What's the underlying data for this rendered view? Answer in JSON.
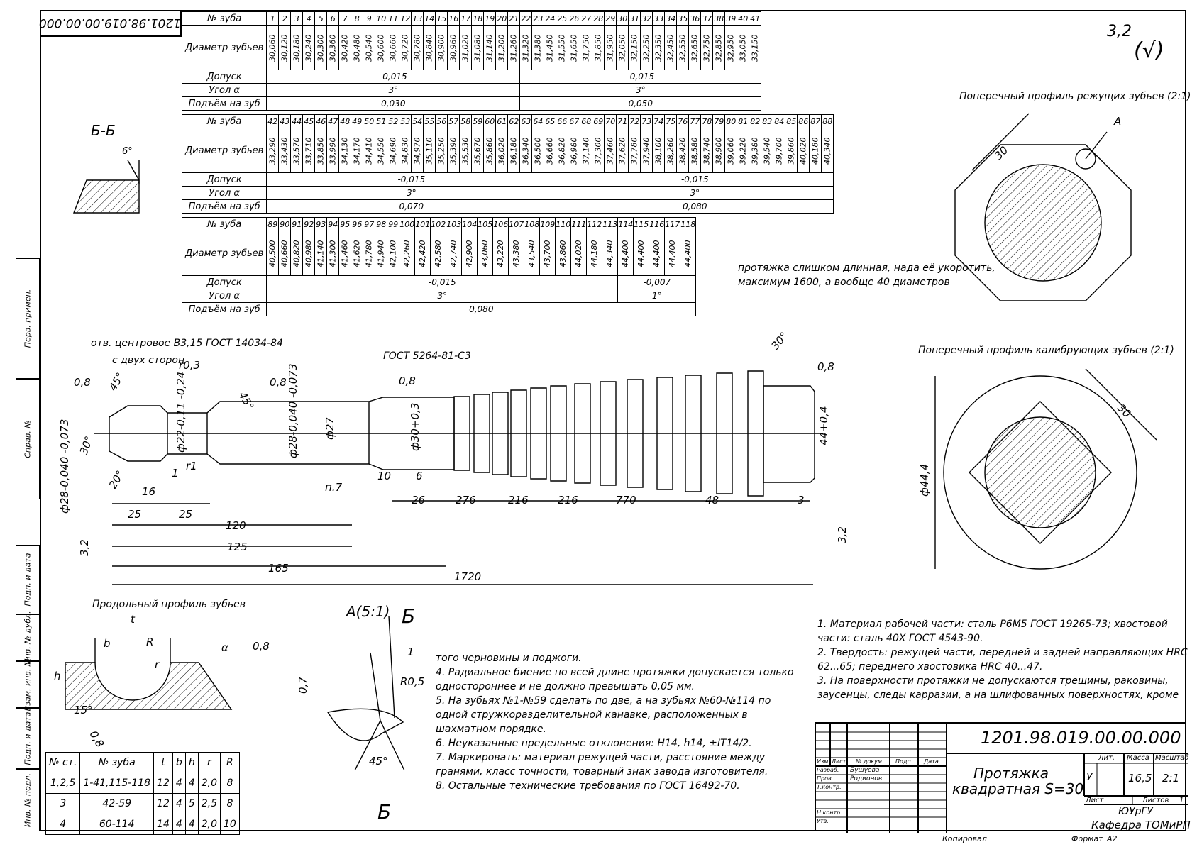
{
  "doc_code": "1201.98.019.00.00.000",
  "roughness_symbol": "3,2",
  "roughness_paren": "(√)",
  "side_labels": [
    "Перв. примен.",
    "Справ. №",
    "Подп. и дата",
    "Инв. № дубл.",
    "Взам. инв. №",
    "Подп. и дата",
    "Инв. № подл."
  ],
  "table_labels": {
    "tooth": "№ зуба",
    "diameter": "Диаметр зубьев",
    "tolerance": "Допуск",
    "angle": "Угол α",
    "rise": "Подъём на зуб"
  },
  "table1": {
    "teeth": [
      "1",
      "2",
      "3",
      "4",
      "5",
      "6",
      "7",
      "8",
      "9",
      "10",
      "11",
      "12",
      "13",
      "14",
      "15",
      "16",
      "17",
      "18",
      "19",
      "20",
      "21",
      "22",
      "23",
      "24",
      "25",
      "26",
      "27",
      "28",
      "29",
      "30",
      "31",
      "32",
      "33",
      "34",
      "35",
      "36",
      "37",
      "38",
      "39",
      "40",
      "41"
    ],
    "diam": [
      "30,060",
      "30,120",
      "30,180",
      "30,240",
      "30,300",
      "30,360",
      "30,420",
      "30,480",
      "30,540",
      "30,600",
      "30,660",
      "30,720",
      "30,780",
      "30,840",
      "30,900",
      "30,960",
      "31,020",
      "31,080",
      "31,140",
      "31,200",
      "31,260",
      "31,320",
      "31,380",
      "31,450",
      "31,550",
      "31,650",
      "31,750",
      "31,850",
      "31,950",
      "32,050",
      "32,150",
      "32,250",
      "32,350",
      "32,450",
      "32,550",
      "32,650",
      "32,750",
      "32,850",
      "32,950",
      "33,050",
      "33,150"
    ],
    "tol": [
      "-0,015",
      "-0,015"
    ],
    "ang": [
      "3°",
      "3°"
    ],
    "rise": [
      "0,030",
      "0,050"
    ]
  },
  "table2": {
    "teeth": [
      "42",
      "43",
      "44",
      "45",
      "46",
      "47",
      "48",
      "49",
      "50",
      "51",
      "52",
      "53",
      "54",
      "55",
      "56",
      "57",
      "58",
      "59",
      "60",
      "61",
      "62",
      "63",
      "64",
      "65",
      "66",
      "67",
      "68",
      "69",
      "70",
      "71",
      "72",
      "73",
      "74",
      "75",
      "76",
      "77",
      "78",
      "79",
      "80",
      "81",
      "82",
      "83",
      "84",
      "85",
      "86",
      "87",
      "88"
    ],
    "diam": [
      "33,290",
      "33,430",
      "33,570",
      "33,710",
      "33,850",
      "33,990",
      "34,130",
      "34,170",
      "34,410",
      "34,550",
      "34,690",
      "34,830",
      "34,970",
      "35,110",
      "35,250",
      "35,390",
      "35,530",
      "35,670",
      "35,860",
      "36,020",
      "36,180",
      "36,340",
      "36,500",
      "36,660",
      "36,820",
      "36,980",
      "37,140",
      "37,300",
      "37,460",
      "37,620",
      "37,780",
      "37,940",
      "38,100",
      "38,260",
      "38,420",
      "38,580",
      "38,740",
      "38,900",
      "39,060",
      "39,220",
      "39,380",
      "39,540",
      "39,700",
      "39,860",
      "40,020",
      "40,180",
      "40,340"
    ],
    "tol": [
      "-0,015",
      "-0,015"
    ],
    "ang": [
      "3°",
      "3°"
    ],
    "rise": [
      "0,070",
      "0,080"
    ]
  },
  "table3": {
    "teeth": [
      "89",
      "90",
      "91",
      "92",
      "93",
      "94",
      "95",
      "96",
      "97",
      "98",
      "99",
      "100",
      "101",
      "102",
      "103",
      "104",
      "105",
      "106",
      "107",
      "108",
      "109",
      "110",
      "111",
      "112",
      "113",
      "114",
      "115",
      "116",
      "117",
      "118"
    ],
    "diam": [
      "40,500",
      "40,660",
      "40,820",
      "40,980",
      "41,140",
      "41,300",
      "41,460",
      "41,620",
      "41,780",
      "41,940",
      "42,100",
      "42,260",
      "42,420",
      "42,580",
      "42,740",
      "42,900",
      "43,060",
      "43,220",
      "43,380",
      "43,540",
      "43,700",
      "43,860",
      "44,020",
      "44,180",
      "44,340",
      "44,400",
      "44,400",
      "44,400",
      "44,400",
      "44,400"
    ],
    "tol": [
      "-0,015",
      "-0,007"
    ],
    "ang": [
      "3°",
      "1°"
    ],
    "rise": [
      "0,080"
    ]
  },
  "section_bb": {
    "title": "Б-Б",
    "angle": "6°"
  },
  "cutting_profile_title": "Поперечный профиль режущих зубьев (2:1)",
  "cutting_profile": {
    "dim": "30",
    "callout": "A"
  },
  "calib_profile_title": "Поперечный профиль калибрующих зубьев (2:1)",
  "calib_profile": {
    "dim": "30",
    "diam": "ф44,4"
  },
  "review_note": "протяжка слишком длинная, нада её укоротить, максимум 1600, а вообще 40 диаметров",
  "main_view": {
    "center_hole": "отв. центровое В3,15 ГОСТ 14034-84",
    "center_hole2": "с двух сторон",
    "gost_thread": "ГОСТ 5264-81-С3",
    "radius1": "r0,3",
    "radius2": "r1",
    "rough": [
      "0,8",
      "0,8",
      "0,8",
      "0,8",
      "3,2",
      "3,2"
    ],
    "angles": [
      "45°",
      "45°",
      "30°",
      "20°",
      "30°"
    ],
    "diam_labels": [
      "ф28-0,040 -0,073",
      "ф22-0,11 -0,24",
      "ф28-0,040 -0,073",
      "ф27",
      "ф30+0,3",
      "44+0,4"
    ],
    "item": "п.7",
    "dims": [
      "16",
      "1",
      "25",
      "25",
      "120",
      "125",
      "165",
      "1720",
      "10",
      "6",
      "26",
      "276",
      "216",
      "216",
      "770",
      "48",
      "3"
    ]
  },
  "long_profile_title": "Продольный профиль зубьев",
  "long_profile_labels": [
    "t",
    "b",
    "R",
    "r",
    "h",
    "α",
    "0,8",
    "15°",
    "0,8"
  ],
  "detail_a": {
    "title": "A(5:1)",
    "section": "Б",
    "dims": [
      "1",
      "R0,5",
      "0,7",
      "45°"
    ]
  },
  "small_table": {
    "headers": [
      "№ ст.",
      "№ зуба",
      "t",
      "b",
      "h",
      "r",
      "R"
    ],
    "rows": [
      [
        "1,2,5",
        "1-41,115-118",
        "12",
        "4",
        "4",
        "2,0",
        "8"
      ],
      [
        "3",
        "42-59",
        "12",
        "4",
        "5",
        "2,5",
        "8"
      ],
      [
        "4",
        "60-114",
        "14",
        "4",
        "4",
        "2,0",
        "10"
      ]
    ]
  },
  "notes_right": [
    "1. Материал рабочей части: сталь Р6М5 ГОСТ 19265-73; хвостовой",
    "части: сталь 40Х ГОСТ 4543-90.",
    "2. Твердость: режущей части, передней и задней направляющих HRC",
    "62...65; переднего хвостовика HRC 40...47.",
    "3. На поверхности протяжки не допускаются трещины, раковины,",
    "заусенцы, следы карразии, а на шлифованных поверхностях, кроме"
  ],
  "notes_mid": [
    "того черновины и поджоги.",
    "4. Радиальное биение по всей длине протяжки допускается только",
    "одностороннее и не должно превышать  0,05 мм.",
    "5. На зубьях №1-№59 сделать по две, а на зубьях №60-№114 по",
    "одной стружкоразделительной канавке, расположенных в",
    "шахматном порядке.",
    "6. Неуказанные предельные отклонения: H14, h14, ±IT14/2.",
    "7. Маркировать: материал режущей части, расстояние между",
    "гранями, класс точности, товарный знак завода изготовителя.",
    "8. Остальные технические требования по ГОСТ 16492-70."
  ],
  "stamp": {
    "code": "1201.98.019.00.00.000",
    "name1": "Протяжка",
    "name2": "квадратная S=30",
    "col_heads": [
      "Изм.",
      "Лист",
      "№ докум.",
      "Подп.",
      "Дата"
    ],
    "rows": [
      "Разраб.",
      "Пров.",
      "Т.контр.",
      "Н.контр.",
      "Утв."
    ],
    "developer": "Бушуева",
    "checker": "Родионов",
    "lit": "Лит.",
    "mass": "Масса",
    "scale": "Масштаб",
    "lit_val": "У",
    "mass_val": "16,5",
    "scale_val": "2:1",
    "sheet": "Лист",
    "sheets": "Листов",
    "sheets_val": "1",
    "org1": "ЮУрГУ",
    "org2": "Кафедра ТОМиРП",
    "copied": "Копировал",
    "format": "Формат",
    "format_val": "A2"
  }
}
